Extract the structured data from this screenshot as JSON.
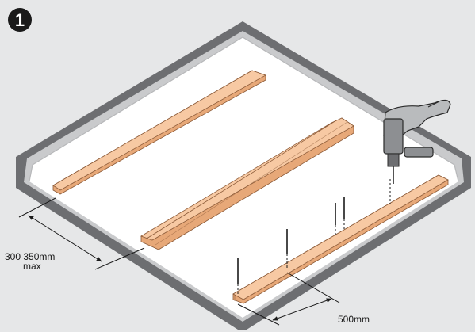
{
  "step_number": "1",
  "dimensions": {
    "spacing_value": "300  350mm",
    "spacing_qualifier": "max",
    "screw_spacing": "500mm"
  },
  "colors": {
    "background": "#e6e7e8",
    "wall": "#6d6e71",
    "floor": "#ffffff",
    "wood_top": "#f7c9a3",
    "wood_side": "#e7a878",
    "badge": "#1a1a1a"
  },
  "icons": [
    "step-number-badge",
    "power-drill-icon",
    "screw-icon"
  ]
}
